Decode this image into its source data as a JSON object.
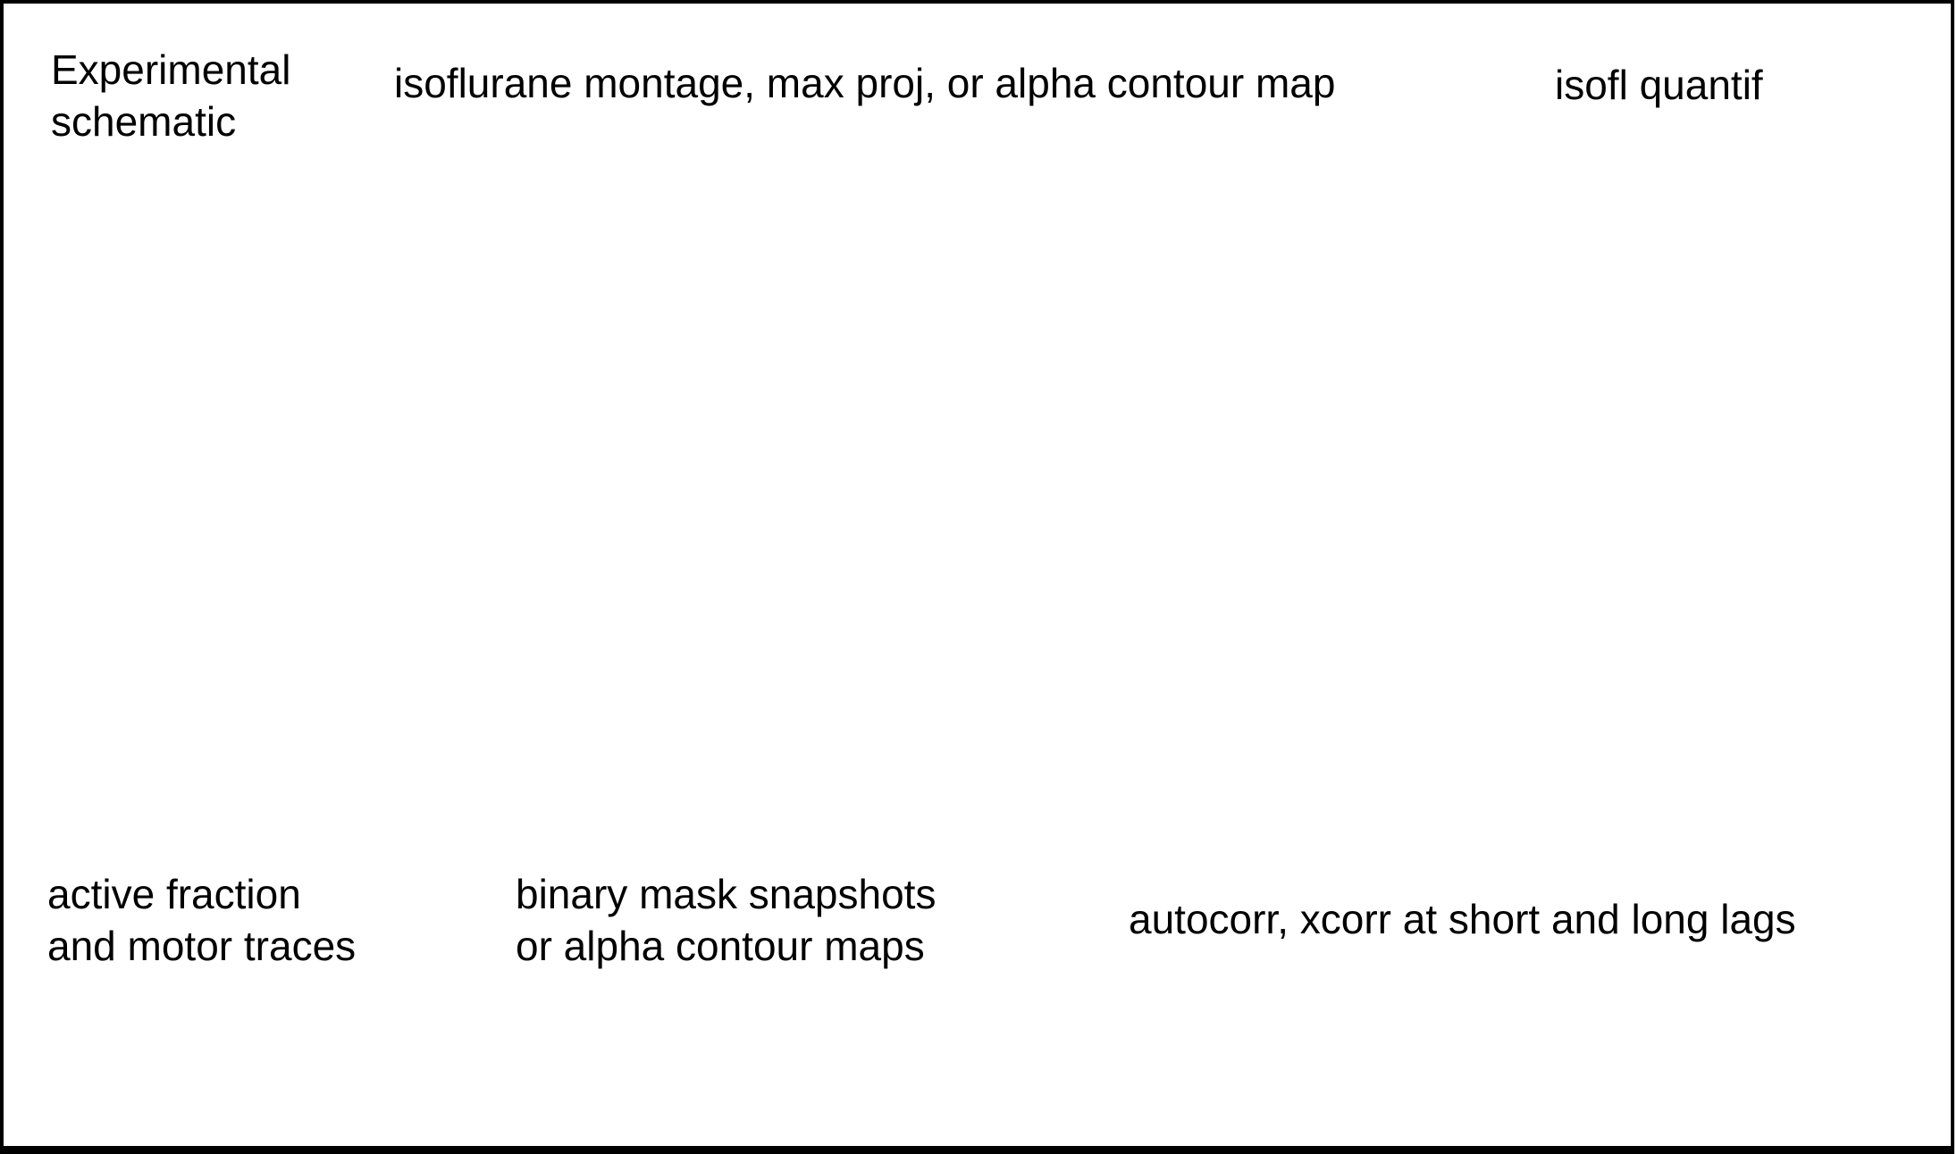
{
  "canvas": {
    "background_color": "#ffffff",
    "frame_border_color": "#000000"
  },
  "labels": {
    "experimental_schematic": "Experimental\nschematic",
    "isoflurane_montage": "isoflurane montage, max proj, or alpha contour map",
    "isofl_quantif": "isofl quantif",
    "active_fraction": "active fraction\nand motor traces",
    "binary_mask": "binary mask snapshots\nor alpha contour maps",
    "autocorr": "autocorr, xcorr at short and long lags"
  }
}
